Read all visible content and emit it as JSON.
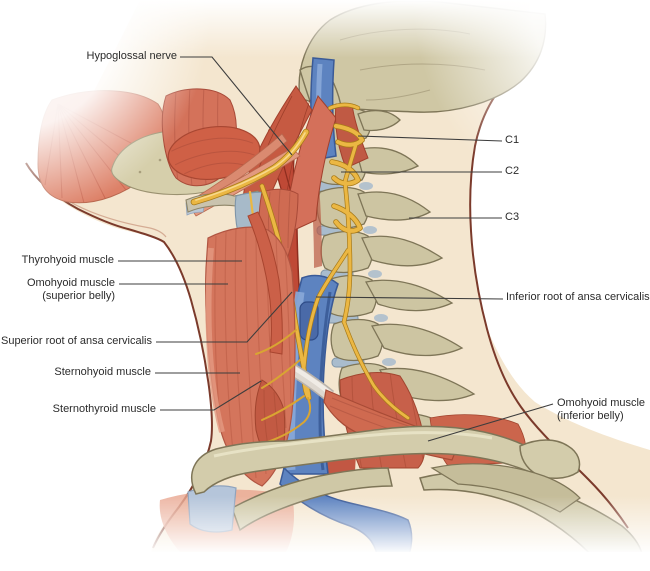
{
  "figure": {
    "kind": "anatomical illustration",
    "subject": "Lateral view of the neck: ansa cervicalis, hypoglossal nerve, strap muscles, cervical vertebrae"
  },
  "labels": {
    "hypoglossal": {
      "text": "Hypoglossal nerve"
    },
    "thyrohyoid": {
      "text": "Thyrohyoid muscle"
    },
    "omohyoid_superior": {
      "line1": "Omohyoid muscle",
      "line2": "(superior belly)"
    },
    "superior_root": {
      "text": "Superior root of ansa cervicalis"
    },
    "sternohyoid": {
      "text": "Sternohyoid muscle"
    },
    "sternothyroid": {
      "text": "Sternothyroid muscle"
    },
    "c1": {
      "text": "C1"
    },
    "c2": {
      "text": "C2"
    },
    "c3": {
      "text": "C3"
    },
    "inferior_root": {
      "text": "Inferior root of ansa cervicalis"
    },
    "omohyoid_inferior": {
      "line1": "Omohyoid muscle",
      "line2": "(inferior belly)"
    }
  },
  "colors": {
    "background": "#ffffff",
    "skin": "#f4e6cf",
    "skin_outline": "#7b3a2b",
    "bone": "#cfc7a4",
    "bone_outline": "#7e7557",
    "muscle": "#d4755c",
    "muscle_dark": "#b75442",
    "vein_blue": "#5d83c0",
    "artery_red": "#bf4936",
    "nerve_yellow": "#ebb743",
    "cartilage_blue": "#aabdd0",
    "gland_olive": "#d6cfab",
    "label_text": "#2b2b2b",
    "leader_line": "#3d3d3d"
  }
}
